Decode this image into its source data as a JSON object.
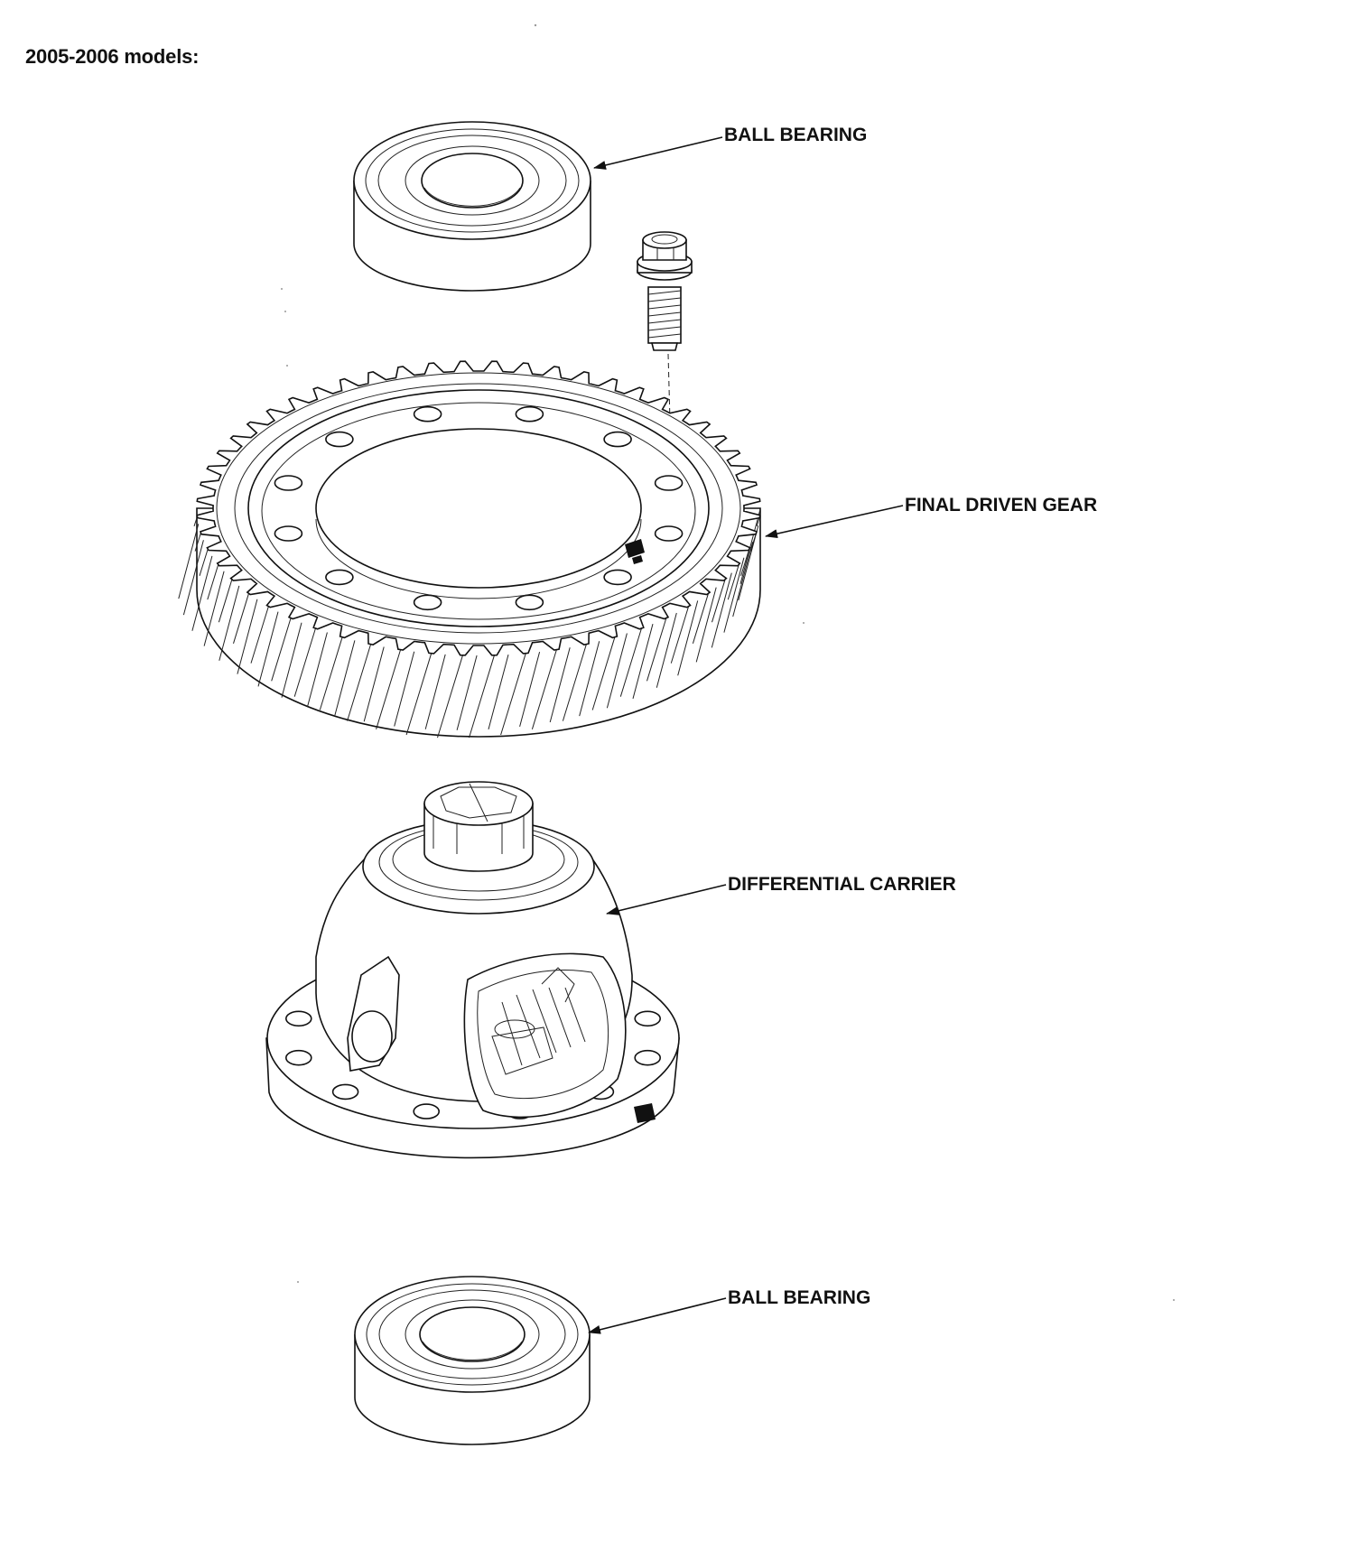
{
  "heading": "2005-2006 models:",
  "callouts": {
    "ball_bearing_top": "BALL BEARING",
    "final_driven_gear": "FINAL DRIVEN GEAR",
    "differential_carrier": "DIFFERENTIAL CARRIER",
    "ball_bearing_bottom": "BALL BEARING"
  },
  "gear": {
    "tooth_count": 56,
    "bolt_holes": 12
  },
  "colors": {
    "ink": "#111111",
    "paper": "#ffffff"
  }
}
